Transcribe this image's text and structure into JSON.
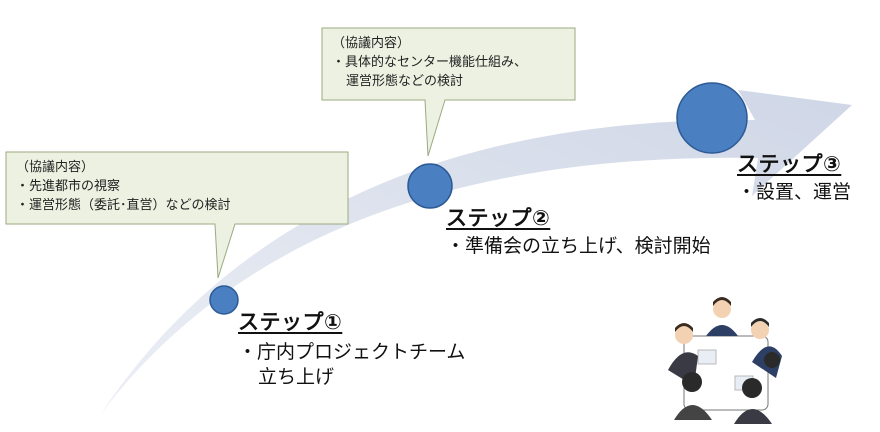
{
  "callout1": {
    "heading": "（協議内容）",
    "lines": [
      "・先進都市の視察",
      "・運営形態（委託･直営）などの検討"
    ]
  },
  "callout2": {
    "heading": "（協議内容）",
    "lines": [
      "・具体的なセンター機能仕組み、",
      "運営形態などの検討"
    ]
  },
  "steps": [
    {
      "title": "ステップ①",
      "lines": [
        "・庁内プロジェクトチーム",
        "立ち上げ"
      ]
    },
    {
      "title": "ステップ②",
      "lines": [
        "・準備会の立ち上げ、検討開始"
      ]
    },
    {
      "title": "ステップ③",
      "lines": [
        "・設置、運営"
      ]
    }
  ],
  "colors": {
    "arrow": "#d5dbe8",
    "dot_fill": "#4a7fc1",
    "dot_stroke": "#2c5a94",
    "callout_fill": "#edf1e2",
    "callout_stroke": "#9aaa80"
  },
  "illustration": "meeting-people-icon"
}
